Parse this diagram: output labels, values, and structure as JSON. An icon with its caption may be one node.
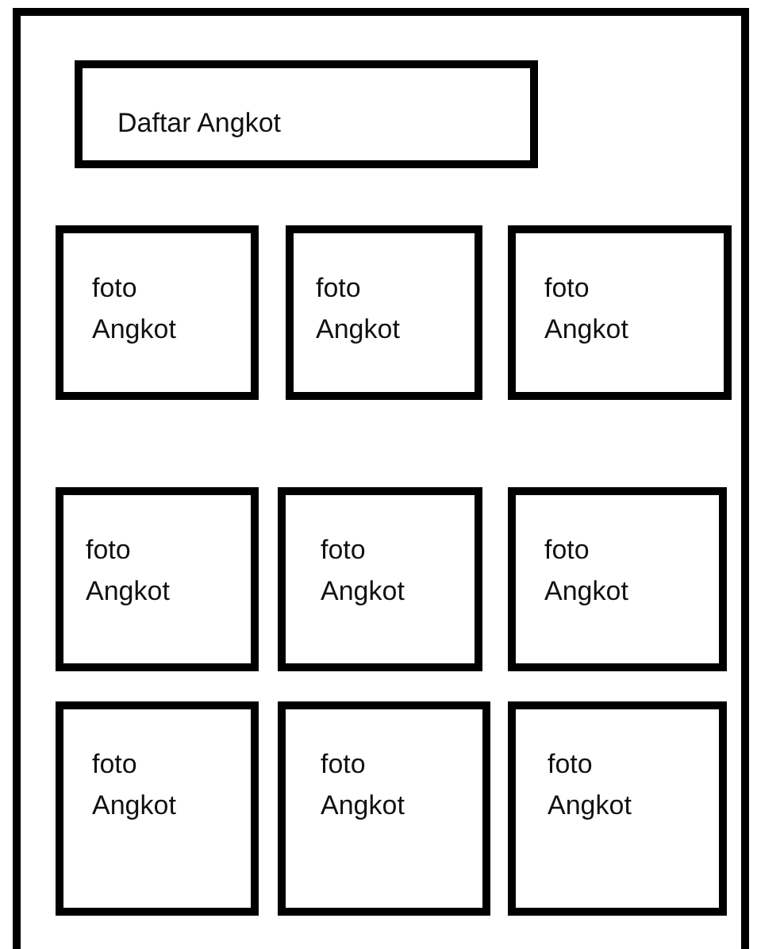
{
  "diagram": {
    "nodes": [
      {
        "text": [],
        "shape": "box"
      },
      {
        "text": [
          "Daftar Angkot"
        ],
        "in": 0
      },
      {
        "text": [
          "foto Angkot"
        ],
        "in": 0
      },
      {
        "text": [
          "foto Angkot"
        ],
        "in": 0
      },
      {
        "text": [
          "foto Angkot"
        ],
        "in": 0
      },
      {
        "text": [
          "foto Angkot"
        ],
        "in": 0
      },
      {
        "text": [
          "foto Angkot"
        ],
        "in": 0
      },
      {
        "text": [
          "foto Angkot"
        ],
        "in": 0
      },
      {
        "text": [
          "foto Angkot"
        ],
        "in": 0
      },
      {
        "text": [
          "foto Angkot"
        ],
        "in": 0
      },
      {
        "text": [
          "foto Angkot"
        ],
        "in": 0
      }
    ]
  }
}
